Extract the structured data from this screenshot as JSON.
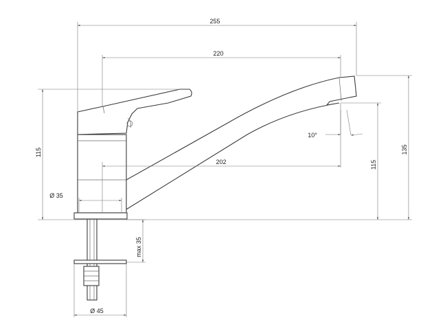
{
  "diagram": {
    "dimensions": {
      "overall_width": "255",
      "spout_reach": "220",
      "spout_length": "202",
      "height_left": "115",
      "height_spout": "115",
      "height_total": "135",
      "angle": "10°",
      "base_diameter": "Ø 35",
      "max_thickness": "max 35",
      "hole_diameter": "Ø 45"
    }
  }
}
